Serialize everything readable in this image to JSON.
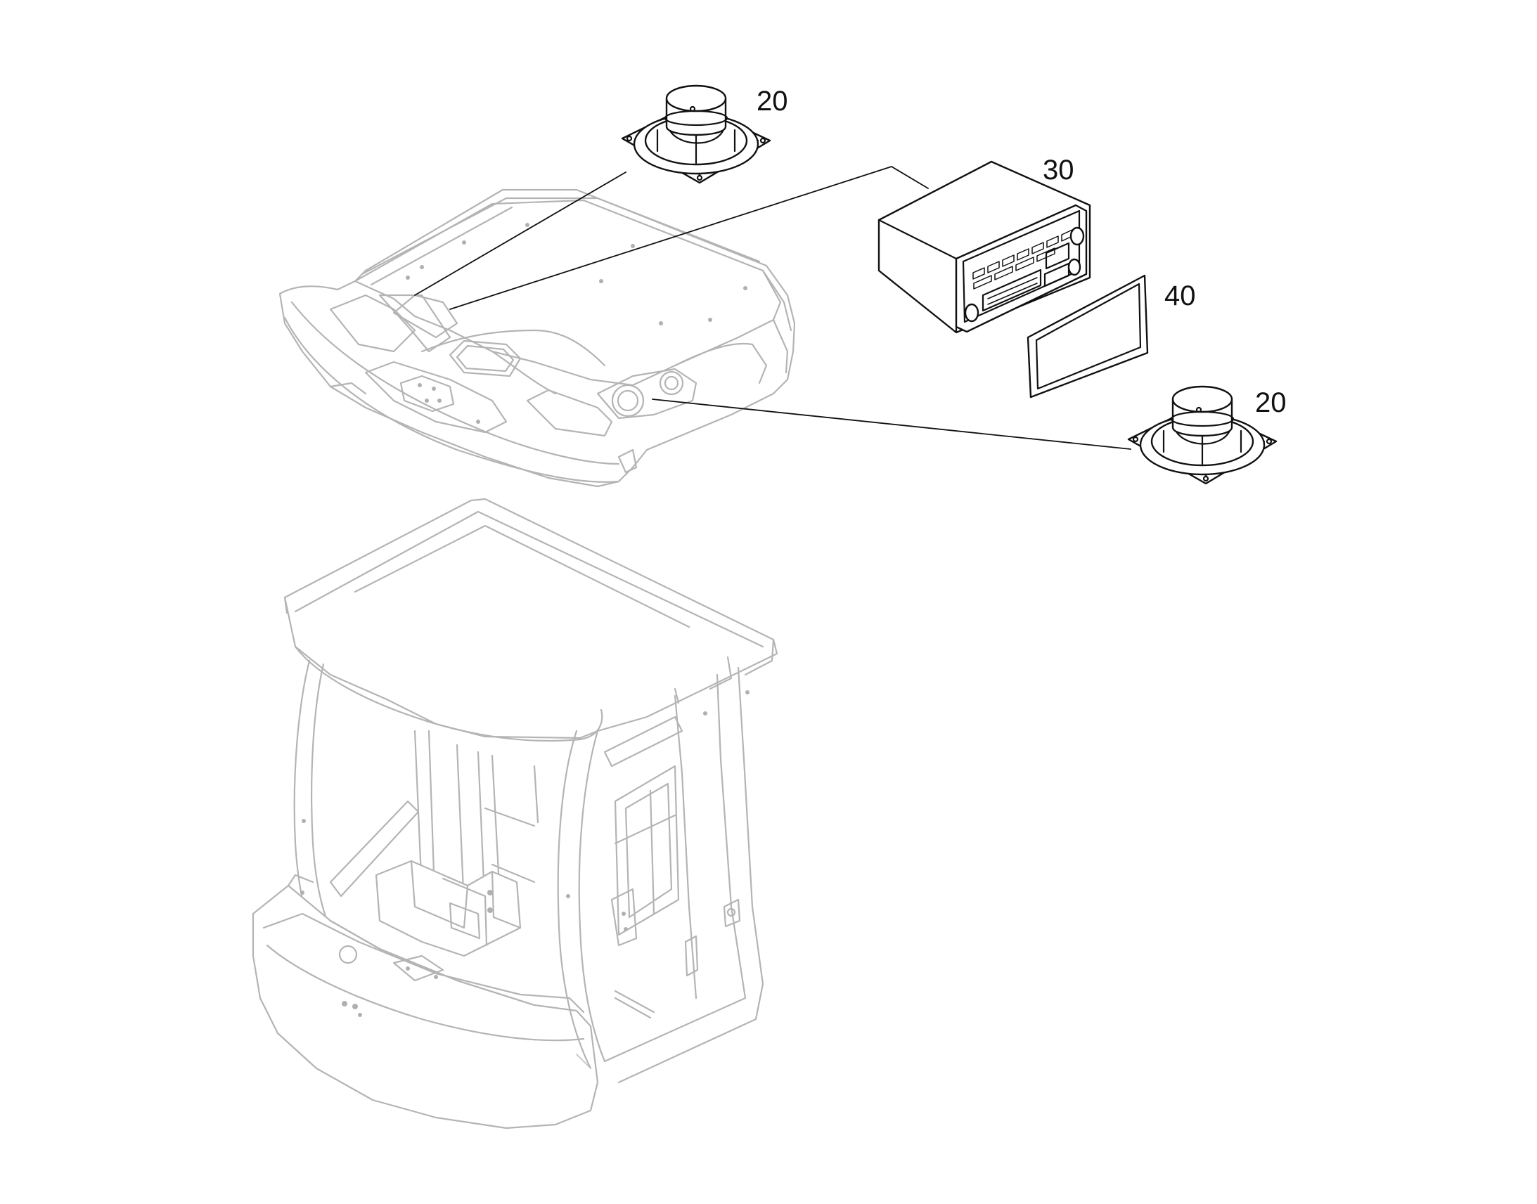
{
  "callouts": [
    {
      "id": "speaker-upper",
      "label": "20"
    },
    {
      "id": "radio",
      "label": "30"
    },
    {
      "id": "frame",
      "label": "40"
    },
    {
      "id": "speaker-lower",
      "label": "20"
    }
  ],
  "colors": {
    "parts": "#111111",
    "context_geometry": "#b4b4b4",
    "background": "#ffffff"
  }
}
